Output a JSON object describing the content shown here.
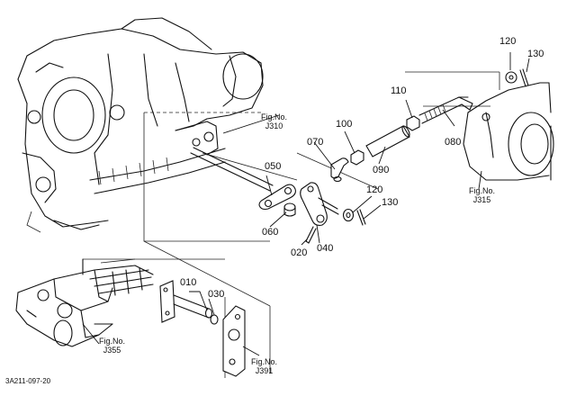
{
  "diagram": {
    "drawing_code": "3A211-097-20",
    "parts": [
      {
        "id": "p010",
        "label": "010"
      },
      {
        "id": "p020",
        "label": "020"
      },
      {
        "id": "p030",
        "label": "030"
      },
      {
        "id": "p040",
        "label": "040"
      },
      {
        "id": "p050",
        "label": "050"
      },
      {
        "id": "p060",
        "label": "060"
      },
      {
        "id": "p070",
        "label": "070"
      },
      {
        "id": "p080",
        "label": "080"
      },
      {
        "id": "p090",
        "label": "090"
      },
      {
        "id": "p100",
        "label": "100"
      },
      {
        "id": "p110",
        "label": "110"
      },
      {
        "id": "p120a",
        "label": "120"
      },
      {
        "id": "p130a",
        "label": "130"
      },
      {
        "id": "p120b",
        "label": "120"
      },
      {
        "id": "p130b",
        "label": "130"
      }
    ],
    "figure_refs": [
      {
        "id": "j310",
        "line1": "Fig.No.",
        "line2": "J310"
      },
      {
        "id": "j315",
        "line1": "Fig.No.",
        "line2": "J315"
      },
      {
        "id": "j355",
        "line1": "Fig.No.",
        "line2": "J355"
      },
      {
        "id": "j391",
        "line1": "Fig.No.",
        "line2": "J391"
      }
    ]
  }
}
